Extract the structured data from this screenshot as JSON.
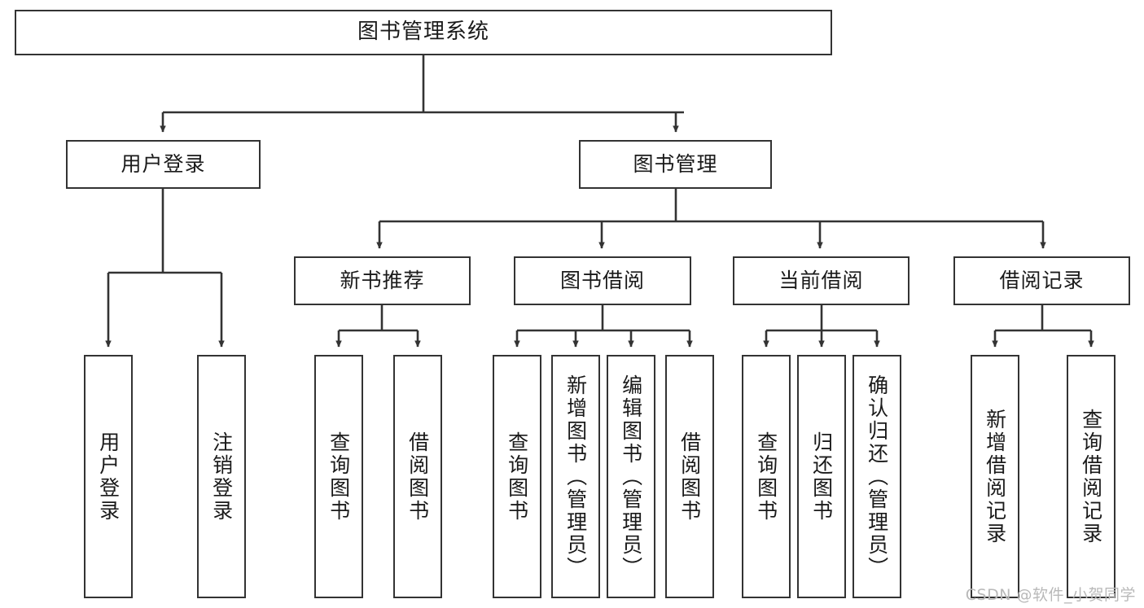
{
  "diagram": {
    "type": "tree-hierarchy",
    "title": "图书管理系统",
    "root": {
      "id": "root",
      "label": "图书管理系统"
    },
    "level2": [
      {
        "id": "user-login",
        "label": "用户登录"
      },
      {
        "id": "book-manage",
        "label": "图书管理"
      }
    ],
    "level3": [
      {
        "id": "new-book-recommend",
        "label": "新书推荐",
        "parent": "book-manage"
      },
      {
        "id": "book-borrow",
        "label": "图书借阅",
        "parent": "book-manage"
      },
      {
        "id": "current-borrow",
        "label": "当前借阅",
        "parent": "book-manage"
      },
      {
        "id": "borrow-record",
        "label": "借阅记录",
        "parent": "book-manage"
      }
    ],
    "leaves": [
      {
        "id": "leaf-user-login",
        "label": "用户登录",
        "parent": "user-login"
      },
      {
        "id": "leaf-user-logout",
        "label": "注销登录",
        "parent": "user-login"
      },
      {
        "id": "leaf-query-book-1",
        "label": "查询图书",
        "parent": "new-book-recommend"
      },
      {
        "id": "leaf-borrow-book-1",
        "label": "借阅图书",
        "parent": "new-book-recommend"
      },
      {
        "id": "leaf-query-book-2",
        "label": "查询图书",
        "parent": "book-borrow"
      },
      {
        "id": "leaf-add-book",
        "label": "新增图书（管理员）",
        "parent": "book-borrow"
      },
      {
        "id": "leaf-edit-book",
        "label": "编辑图书（管理员）",
        "parent": "book-borrow"
      },
      {
        "id": "leaf-borrow-book-2",
        "label": "借阅图书",
        "parent": "book-borrow"
      },
      {
        "id": "leaf-query-book-3",
        "label": "查询图书",
        "parent": "current-borrow"
      },
      {
        "id": "leaf-return-book",
        "label": "归还图书",
        "parent": "current-borrow"
      },
      {
        "id": "leaf-confirm-return",
        "label": "确认归还（管理员）",
        "parent": "current-borrow"
      },
      {
        "id": "leaf-add-record",
        "label": "新增借阅记录",
        "parent": "borrow-record"
      },
      {
        "id": "leaf-query-record",
        "label": "查询借阅记录",
        "parent": "borrow-record"
      }
    ]
  },
  "watermark": {
    "text": "CSDN @软件_小贺同学"
  },
  "colors": {
    "stroke": "#333333",
    "text": "#1a1a1a",
    "background": "#ffffff",
    "watermark": "#b9b9b9"
  }
}
